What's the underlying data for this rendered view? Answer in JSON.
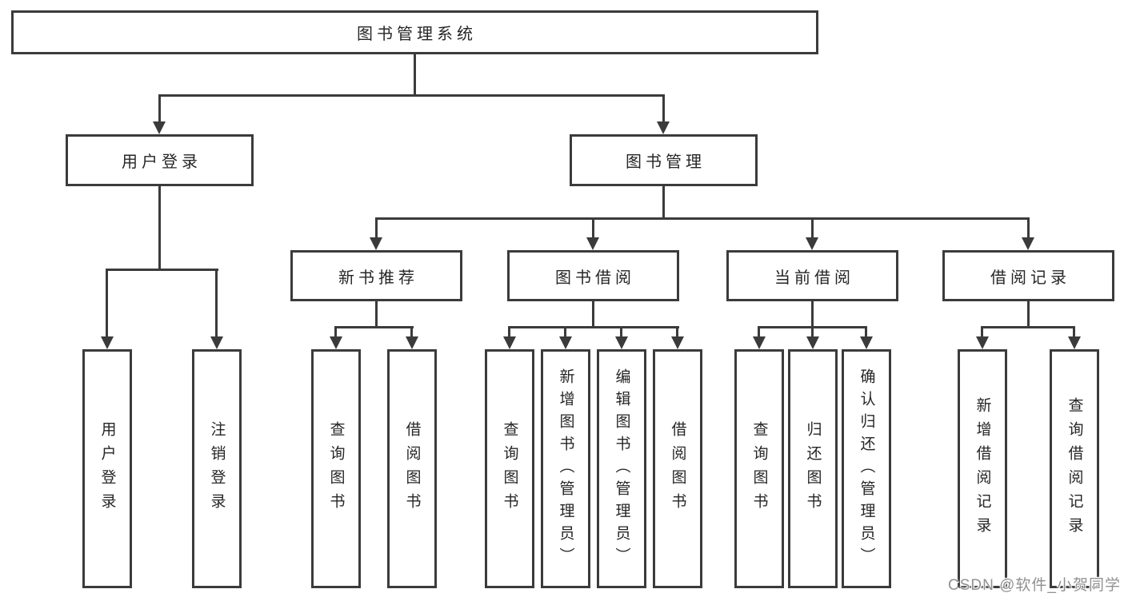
{
  "diagram": {
    "root": {
      "label": "图书管理系统"
    },
    "level2": [
      {
        "label": "用户登录"
      },
      {
        "label": "图书管理"
      }
    ],
    "level3": [
      {
        "label": "新书推荐"
      },
      {
        "label": "图书借阅"
      },
      {
        "label": "当前借阅"
      },
      {
        "label": "借阅记录"
      }
    ],
    "leaves": {
      "user_login": [
        "用户登录",
        "注销登录"
      ],
      "new_book": [
        "查询图书",
        "借阅图书"
      ],
      "book_borrow": [
        "查询图书",
        "新增图书（管理员）",
        "编辑图书（管理员）",
        "借阅图书"
      ],
      "current_borrow": [
        "查询图书",
        "归还图书",
        "确认归还（管理员）"
      ],
      "borrow_record": [
        "新增借阅记录",
        "查询借阅记录"
      ]
    },
    "colors": {
      "line": "#3b3b3b",
      "text": "#262626",
      "background": "#ffffff",
      "watermark": "#919191"
    }
  },
  "watermark": {
    "text": "CSDN @软件_小贺同学"
  }
}
